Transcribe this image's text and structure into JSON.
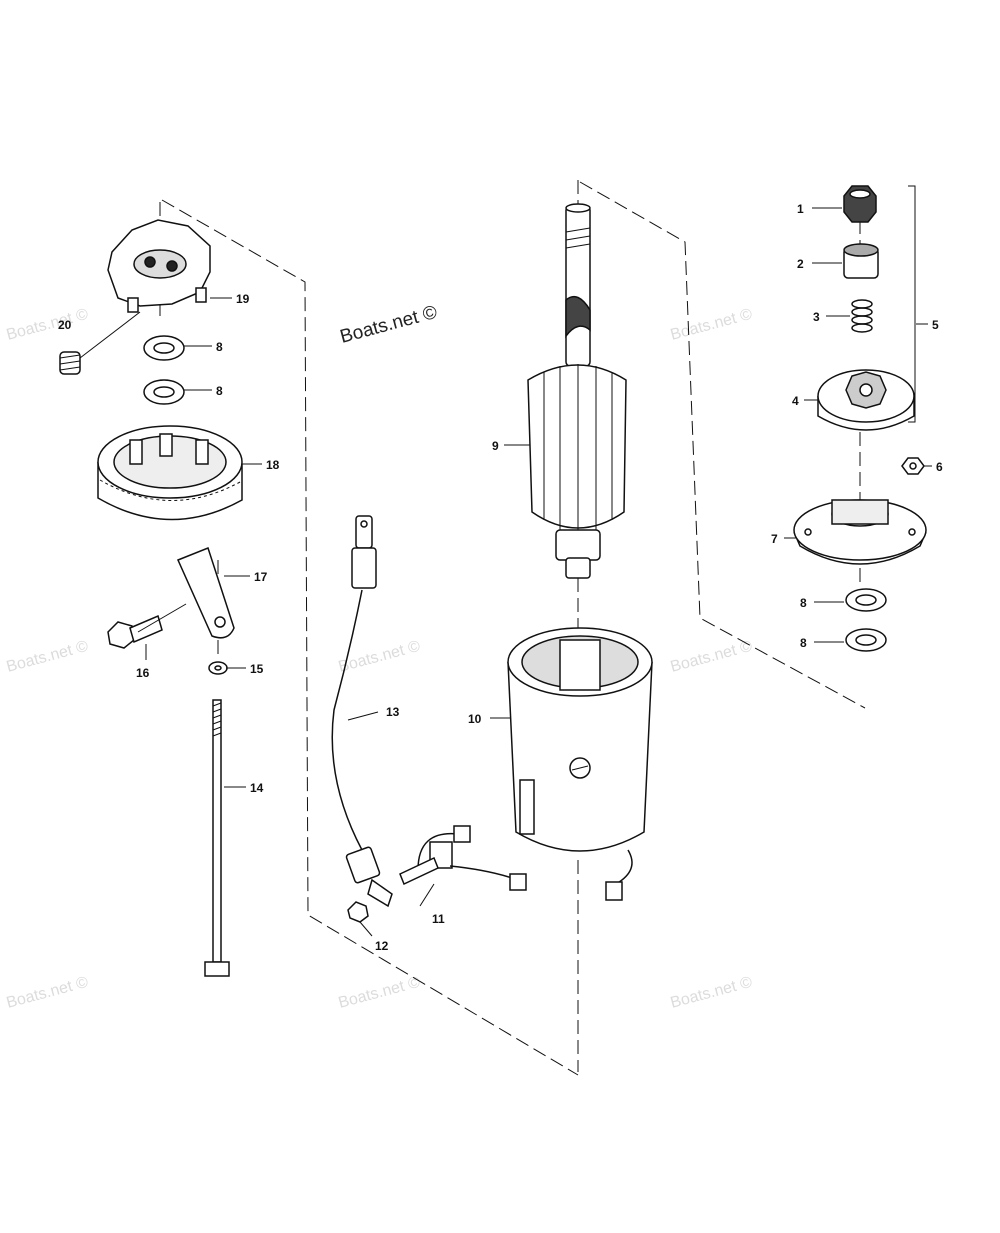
{
  "watermark": {
    "main": "Boats.net ©",
    "faint": "Boats.net ©"
  },
  "callouts": {
    "c1": "1",
    "c2": "2",
    "c3": "3",
    "c4": "4",
    "c5": "5",
    "c6": "6",
    "c7": "7",
    "c8a": "8",
    "c8b": "8",
    "c8c": "8",
    "c8d": "8",
    "c9": "9",
    "c10": "10",
    "c11": "11",
    "c12": "12",
    "c13": "13",
    "c14": "14",
    "c15": "15",
    "c16": "16",
    "c17": "17",
    "c18": "18",
    "c19": "19",
    "c20": "20"
  }
}
